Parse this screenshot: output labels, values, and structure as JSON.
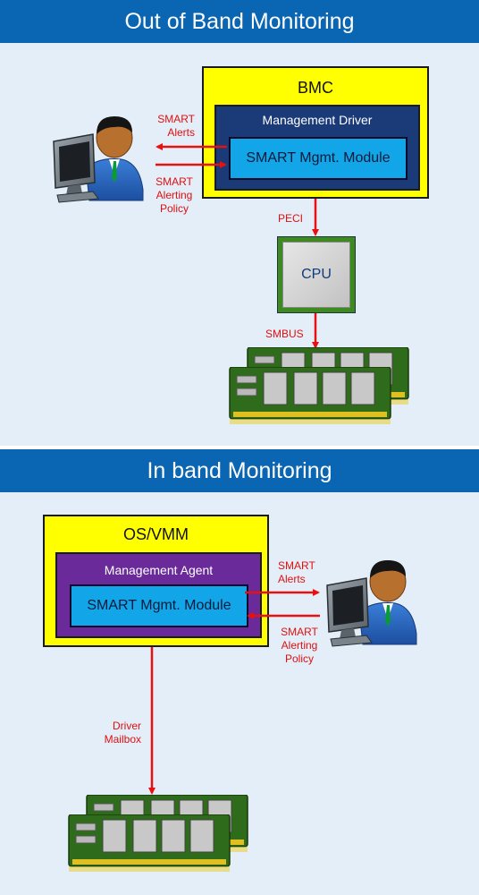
{
  "sections": {
    "out_of_band": {
      "header": "Out of Band Monitoring",
      "bmc": {
        "title": "BMC",
        "driver_label": "Management Driver",
        "module_label": "SMART Mgmt. Module"
      },
      "labels": {
        "alerts": [
          "SMART",
          "Alerts"
        ],
        "policy": [
          "SMART",
          "Alerting",
          "Policy"
        ],
        "peci": "PECI",
        "smbus": "SMBUS"
      },
      "cpu_label": "CPU"
    },
    "in_band": {
      "header": "In band Monitoring",
      "os": {
        "title": "OS/VMM",
        "agent_label": "Management Agent",
        "module_label": "SMART Mgmt. Module"
      },
      "labels": {
        "alerts": [
          "SMART",
          "Alerts"
        ],
        "policy": [
          "SMART",
          "Alerting",
          "Policy"
        ],
        "mailbox": [
          "Driver",
          "Mailbox"
        ]
      }
    }
  },
  "colors": {
    "header_blue": "#0a65b2",
    "panel_bg": "#e3eef8",
    "yellow": "#ffff00",
    "navy": "#1a3a78",
    "purple": "#6a2a9a",
    "module_cyan": "#12a6e8",
    "arrow_red": "#e81010",
    "pcb_green": "#2e6b1a"
  },
  "icons": [
    "admin-user-icon",
    "cpu-chip-icon",
    "memory-dimm-icon"
  ]
}
